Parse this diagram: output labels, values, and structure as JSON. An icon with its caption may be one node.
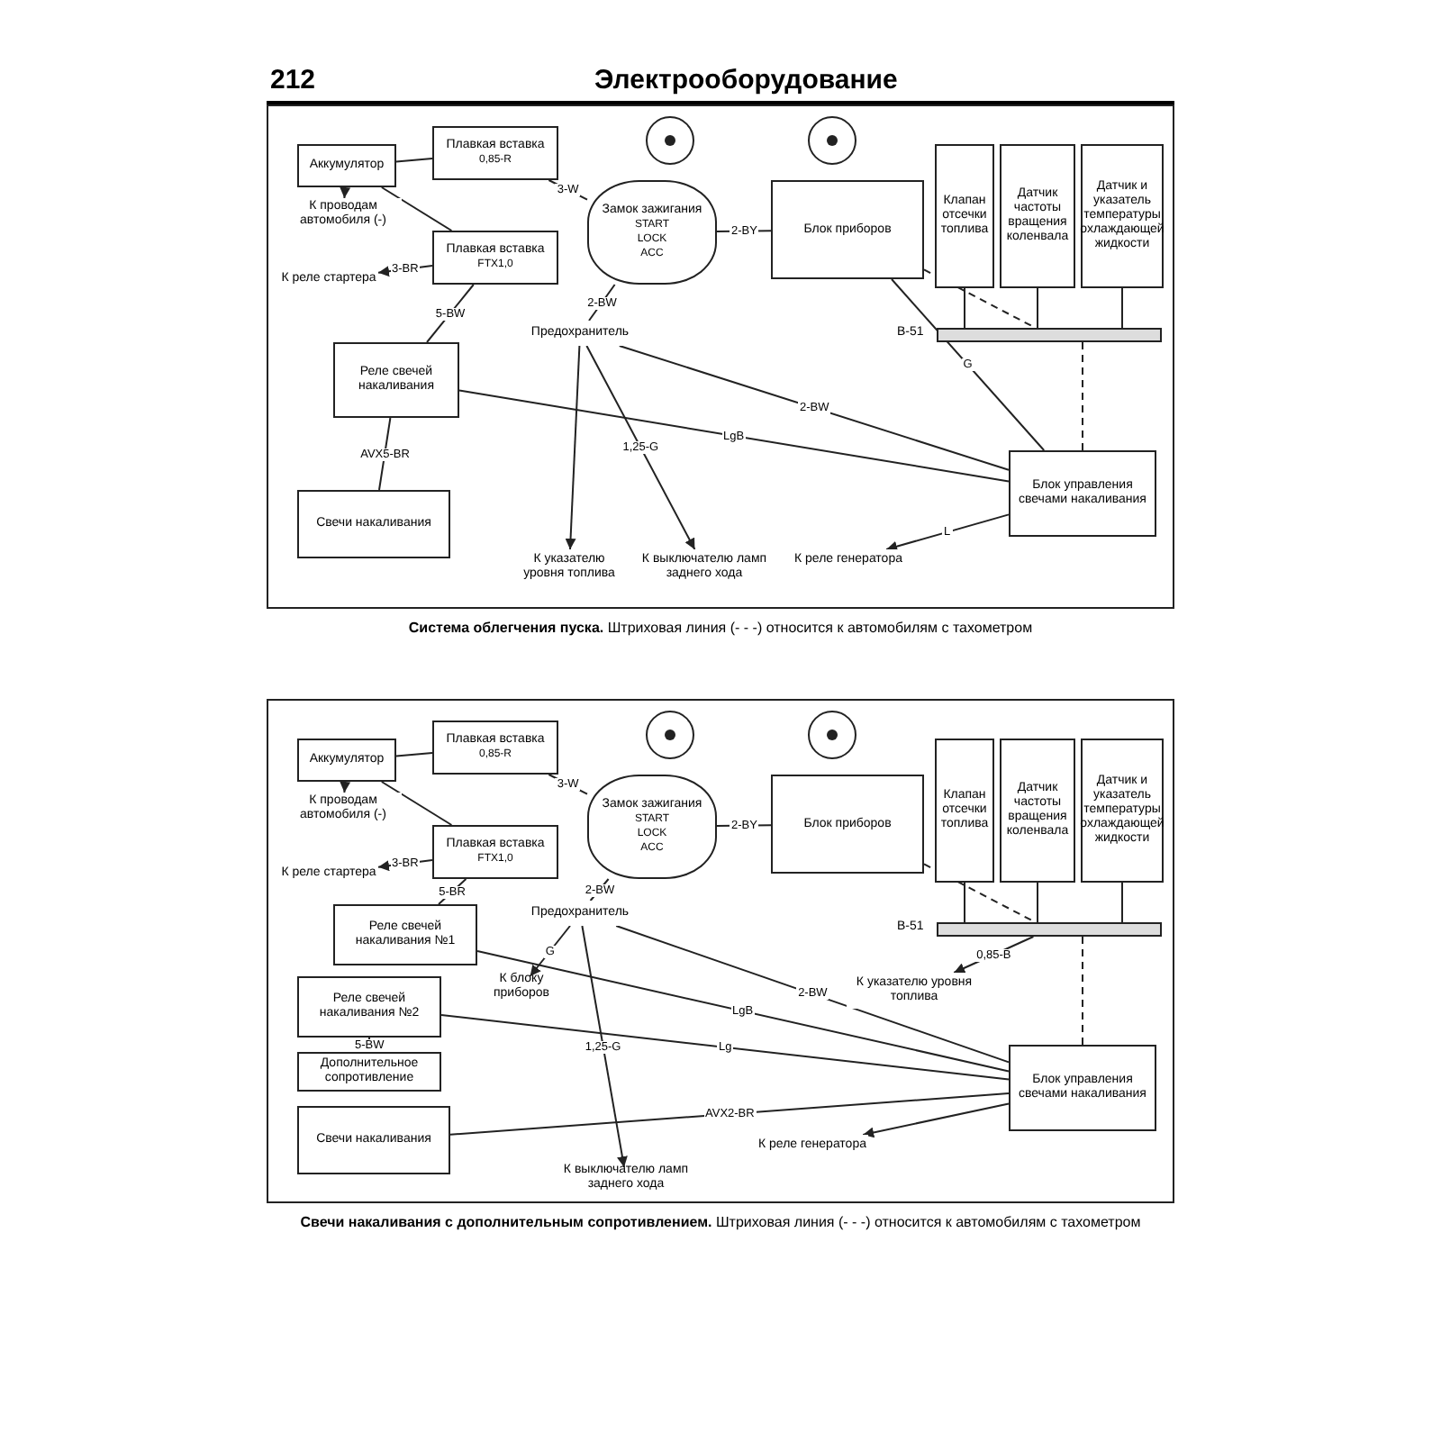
{
  "diagram": {
    "title": "Электрооборудование",
    "nodes": [
      {
        "text": [
          "Аккумулятор"
        ]
      },
      {
        "text": [
          "Плавкая вставка",
          "0,85-R"
        ]
      },
      {
        "text": [
          "Плавкая вставка",
          "FTX1,0"
        ]
      },
      {
        "text": [
          "Замок зажигания",
          "START",
          "LOCK",
          "ACC"
        ]
      },
      {
        "text": [
          "Блок приборов"
        ]
      },
      {
        "text": [
          "Клапан отсечки топлива"
        ]
      },
      {
        "text": [
          "Датчик частоты вращения коленвала"
        ]
      },
      {
        "text": [
          "Датчик и указатель температуры охлаждающей жидкости"
        ]
      },
      {
        "text": [
          "Реле свечей накаливания"
        ]
      },
      {
        "text": [
          "Свечи накаливания"
        ]
      },
      {
        "text": [
          "Блок управления свечами накаливания"
        ]
      },
      {
        "text": [
          "Предохранитель"
        ]
      },
      {
        "text": [
          "К проводам автомобиля (-)"
        ]
      },
      {
        "text": [
          "К реле стартера"
        ]
      },
      {
        "text": [
          "К указателю уровня топлива"
        ]
      },
      {
        "text": [
          "К выключателю ламп заднего хода"
        ]
      },
      {
        "text": [
          "К реле генератора"
        ]
      },
      {
        "text": [],
        "shape": "bar",
        "beside": [
          "B-51"
        ]
      },
      {
        "text": [
          "Аккумулятор"
        ]
      },
      {
        "text": [
          "Плавкая вставка",
          "0,85-R"
        ]
      },
      {
        "text": [
          "Плавкая вставка",
          "FTX1,0"
        ]
      },
      {
        "text": [
          "Замок зажигания",
          "START",
          "LOCK",
          "ACC"
        ]
      },
      {
        "text": [
          "Блок приборов"
        ]
      },
      {
        "text": [
          "Клапан отсечки топлива"
        ]
      },
      {
        "text": [
          "Датчик частоты вращения коленвала"
        ]
      },
      {
        "text": [
          "Датчик и указатель температуры охлаждающей жидкости"
        ]
      },
      {
        "text": [
          "Реле свечей накаливания №1"
        ]
      },
      {
        "text": [
          "Реле свечей накаливания №2"
        ]
      },
      {
        "text": [
          "Дополнительное сопротивление"
        ]
      },
      {
        "text": [
          "Свечи накаливания"
        ]
      },
      {
        "text": [
          "Блок управления свечами накаливания"
        ]
      },
      {
        "text": [
          "Предохранитель"
        ]
      },
      {
        "text": [
          "К проводам автомобиля (-)"
        ]
      },
      {
        "text": [
          "К реле стартера"
        ]
      },
      {
        "text": [
          "К блоку приборов"
        ]
      },
      {
        "text": [
          "К реле генератора"
        ]
      },
      {
        "text": [
          "К выключателю ламп заднего хода"
        ]
      },
      {
        "text": [
          "К указателю уровня топлива"
        ]
      },
      {
        "text": [],
        "shape": "bar",
        "beside": [
          "B-51"
        ]
      }
    ],
    "edges": [
      {
        "from": 0,
        "to": 12,
        "arrow": "to"
      },
      {
        "from": 0,
        "to": 1,
        "arrow": "none"
      },
      {
        "from": 0,
        "to": 2,
        "arrow": "none"
      },
      {
        "from": 1,
        "to": 3,
        "arrow": "none",
        "label": "3-W"
      },
      {
        "from": 2,
        "to": 8,
        "arrow": "none",
        "label": "5-BW"
      },
      {
        "from": 2,
        "to": 13,
        "arrow": "to",
        "label": "3-BR"
      },
      {
        "from": 3,
        "to": 4,
        "arrow": "none",
        "label": "2-BY"
      },
      {
        "from": 3,
        "to": 11,
        "arrow": "none",
        "label": "2-BW"
      },
      {
        "from": 11,
        "to": 10,
        "arrow": "none",
        "label": "2-BW"
      },
      {
        "from": 8,
        "to": 10,
        "arrow": "none",
        "label": "LgB"
      },
      {
        "from": 9,
        "to": 8,
        "arrow": "none",
        "label": "AVX5-BR"
      },
      {
        "from": 11,
        "to": 14,
        "arrow": "to"
      },
      {
        "from": 11,
        "to": 15,
        "arrow": "to",
        "label": "1,25-G"
      },
      {
        "from": 10,
        "to": 16,
        "arrow": "to",
        "label": "L"
      },
      {
        "from": 4,
        "to": 10,
        "arrow": "none",
        "label": "G"
      },
      {
        "from": 4,
        "to": 17,
        "arrow": "none",
        "style": "dashed"
      },
      {
        "from": 5,
        "to": 17,
        "arrow": "none"
      },
      {
        "from": 6,
        "to": 17,
        "arrow": "none"
      },
      {
        "from": 7,
        "to": 17,
        "arrow": "none"
      },
      {
        "from": 17,
        "to": 10,
        "arrow": "none",
        "style": "dashed"
      },
      {
        "from": 18,
        "to": 32,
        "arrow": "to"
      },
      {
        "from": 18,
        "to": 19,
        "arrow": "none"
      },
      {
        "from": 18,
        "to": 20,
        "arrow": "none"
      },
      {
        "from": 19,
        "to": 21,
        "arrow": "none",
        "label": "3-W"
      },
      {
        "from": 20,
        "to": 26,
        "arrow": "none",
        "label": "5-BR"
      },
      {
        "from": 20,
        "to": 33,
        "arrow": "to",
        "label": "3-BR"
      },
      {
        "from": 21,
        "to": 22,
        "arrow": "none",
        "label": "2-BY"
      },
      {
        "from": 21,
        "to": 31,
        "arrow": "none",
        "label": "2-BW"
      },
      {
        "from": 31,
        "to": 30,
        "arrow": "none",
        "label": "2-BW"
      },
      {
        "from": 26,
        "to": 30,
        "arrow": "none",
        "label": "LgB"
      },
      {
        "from": 27,
        "to": 30,
        "arrow": "none",
        "label": "Lg"
      },
      {
        "from": 28,
        "to": 27,
        "arrow": "none",
        "label": "5-BW"
      },
      {
        "from": 29,
        "to": 30,
        "arrow": "none",
        "label": "AVX2-BR"
      },
      {
        "from": 31,
        "to": 34,
        "arrow": "to",
        "label": "G"
      },
      {
        "from": 30,
        "to": 35,
        "arrow": "to"
      },
      {
        "from": 31,
        "to": 36,
        "arrow": "to",
        "label": "1,25-G"
      },
      {
        "from": 38,
        "to": 37,
        "arrow": "to",
        "label": "0,85-B"
      },
      {
        "from": 22,
        "to": 38,
        "arrow": "none",
        "style": "dashed"
      },
      {
        "from": 23,
        "to": 38,
        "arrow": "none"
      },
      {
        "from": 24,
        "to": 38,
        "arrow": "none"
      },
      {
        "from": 25,
        "to": 38,
        "arrow": "none"
      },
      {
        "from": 38,
        "to": 30,
        "arrow": "none",
        "style": "dashed"
      }
    ],
    "labels": [
      "212",
      "**Система облегчения пуска.** Штриховая линия (- - -) относится к автомобилям с тахометром",
      "**Свечи накаливания с дополнительным сопротивлением.** Штриховая линия (- - -) относится к автомобилям с тахометром"
    ]
  }
}
